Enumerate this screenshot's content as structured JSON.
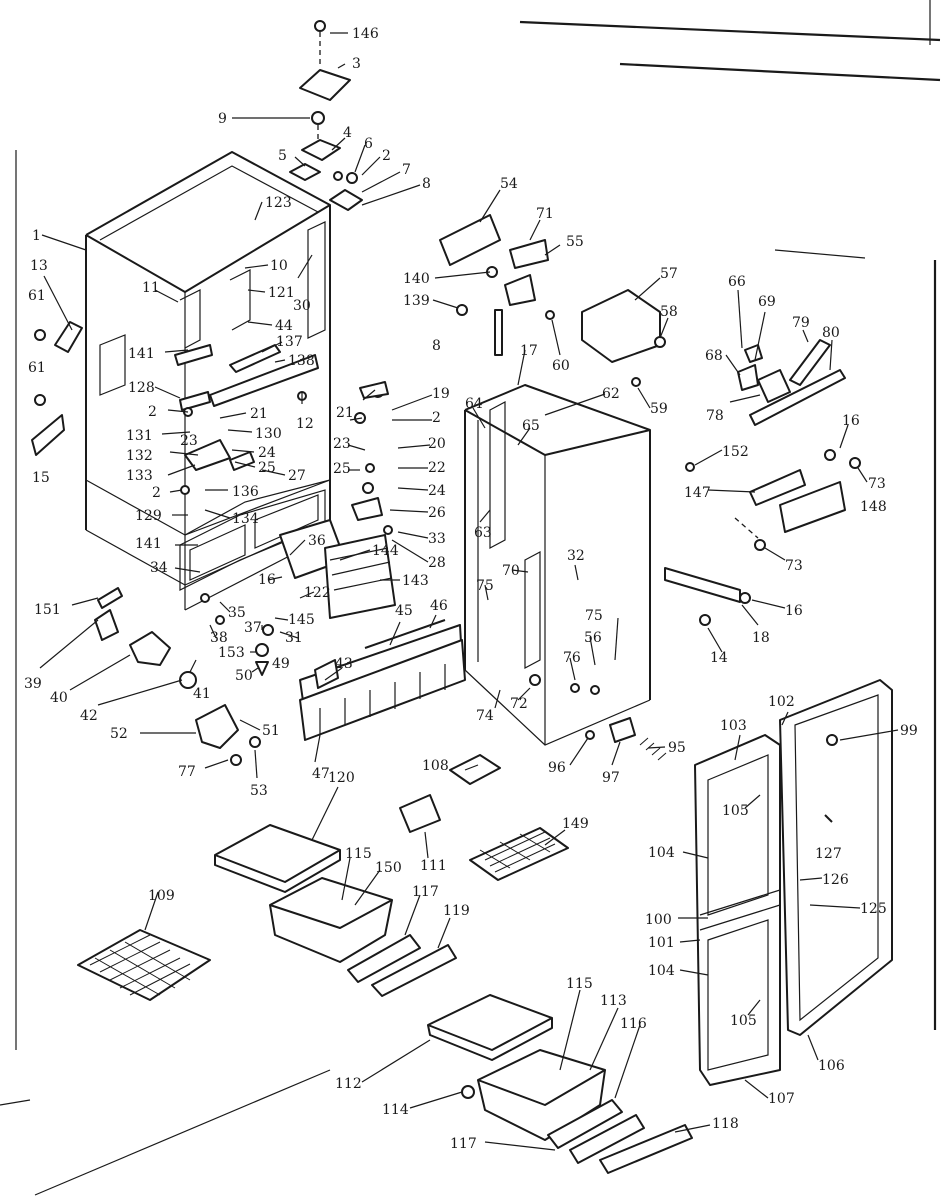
{
  "diagram": {
    "labels": {
      "146": "146",
      "3": "3",
      "9": "9",
      "4": "4",
      "6": "6",
      "5": "5",
      "2": "2",
      "7": "7",
      "8": "8",
      "123": "123",
      "1": "1",
      "13": "13",
      "61": "61",
      "10": "10",
      "11": "11",
      "121": "121",
      "30": "30",
      "44": "44",
      "141": "141",
      "137": "137",
      "138": "138",
      "15": "15",
      "128": "128",
      "12": "12",
      "21": "21",
      "131": "131",
      "130": "130",
      "23": "23",
      "132": "132",
      "133": "133",
      "25": "25",
      "24": "24",
      "27": "27",
      "136": "136",
      "134": "134",
      "129": "129",
      "34": "34",
      "36": "36",
      "144": "144",
      "143": "143",
      "122": "122",
      "16": "16",
      "35": "35",
      "37": "37",
      "31": "31",
      "145": "145",
      "38": "38",
      "151": "151",
      "39": "39",
      "40": "40",
      "42": "42",
      "41": "41",
      "153": "153",
      "49": "49",
      "50": "50",
      "52": "52",
      "51": "51",
      "77": "77",
      "53": "53",
      "47": "47",
      "43": "43",
      "45": "45",
      "46": "46",
      "19": "19",
      "20": "20",
      "22": "22",
      "26": "26",
      "33": "33",
      "28": "28",
      "54": "54",
      "71": "71",
      "55": "55",
      "140": "140",
      "139": "139",
      "57": "57",
      "58": "58",
      "60": "60",
      "59": "59",
      "17": "17",
      "62": "62",
      "64": "64",
      "65": "65",
      "63": "63",
      "70": "70",
      "75": "75",
      "32": "32",
      "56": "56",
      "76": "76",
      "72": "72",
      "74": "74",
      "96": "96",
      "97": "97",
      "95": "95",
      "66": "66",
      "69": "69",
      "79": "79",
      "80": "80",
      "68": "68",
      "78": "78",
      "152": "152",
      "147": "147",
      "73": "73",
      "148": "148",
      "18": "18",
      "14": "14",
      "102": "102",
      "103": "103",
      "99": "99",
      "105": "105",
      "104": "104",
      "127": "127",
      "126": "126",
      "125": "125",
      "100": "100",
      "101": "101",
      "106": "106",
      "107": "107",
      "108": "108",
      "120": "120",
      "111": "111",
      "149": "149",
      "115": "115",
      "150": "150",
      "117": "117",
      "119": "119",
      "109": "109",
      "112": "112",
      "113": "113",
      "116": "116",
      "114": "114",
      "118": "118"
    }
  }
}
